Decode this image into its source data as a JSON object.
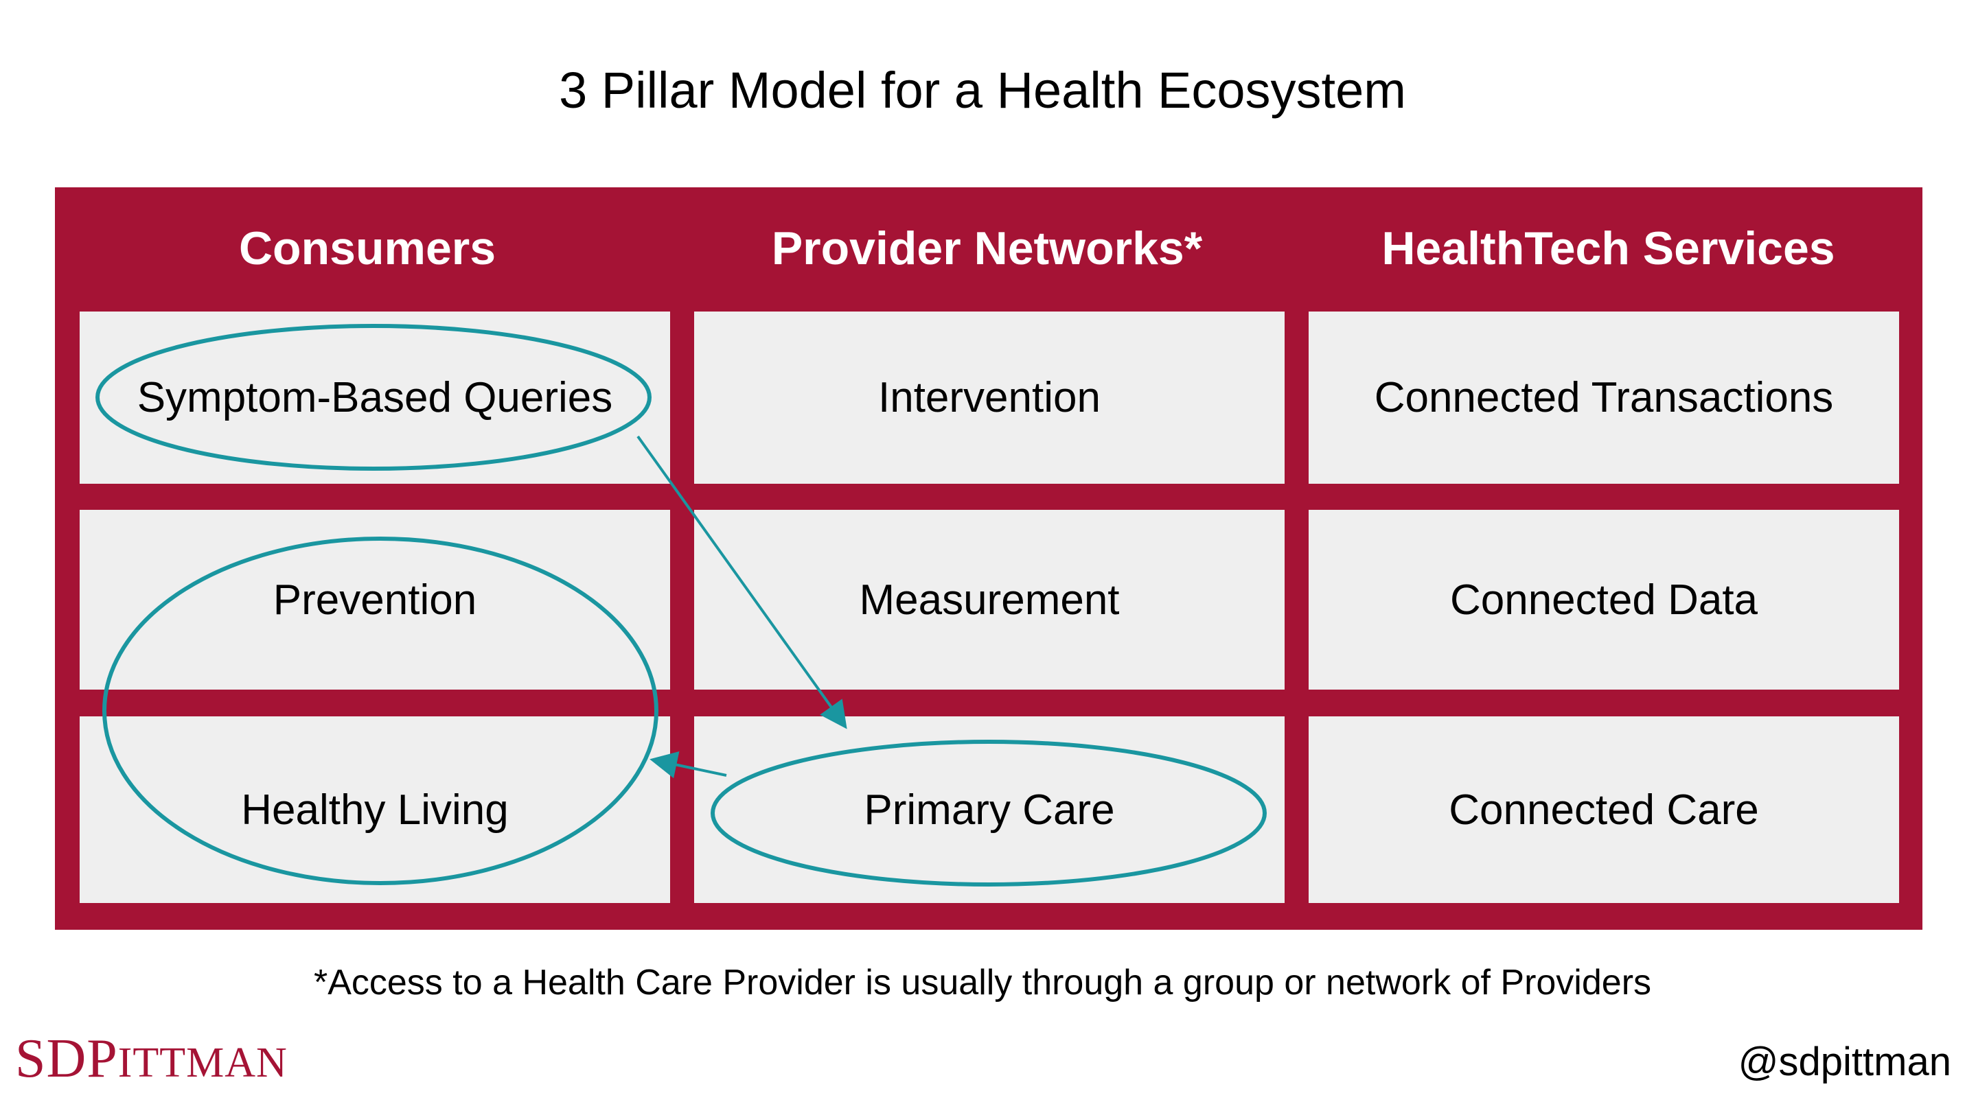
{
  "title": "3 Pillar Model for a Health Ecosystem",
  "columns": [
    {
      "header": "Consumers",
      "cells": [
        "Symptom-Based Queries",
        "Prevention",
        "Healthy Living"
      ]
    },
    {
      "header": "Provider Networks*",
      "cells": [
        "Intervention",
        "Measurement",
        "Primary Care"
      ]
    },
    {
      "header": "HealthTech Services",
      "cells": [
        "Connected Transactions",
        "Connected Data",
        "Connected Care"
      ]
    }
  ],
  "footnote": "*Access to a Health Care Provider is usually through a group or network of Providers",
  "brand": {
    "logo_text": "SDPITTMAN",
    "handle": "@sdpittman"
  },
  "colors": {
    "frame": "#a51335",
    "cell_background": "#efefef",
    "highlight": "#1a96a0"
  }
}
